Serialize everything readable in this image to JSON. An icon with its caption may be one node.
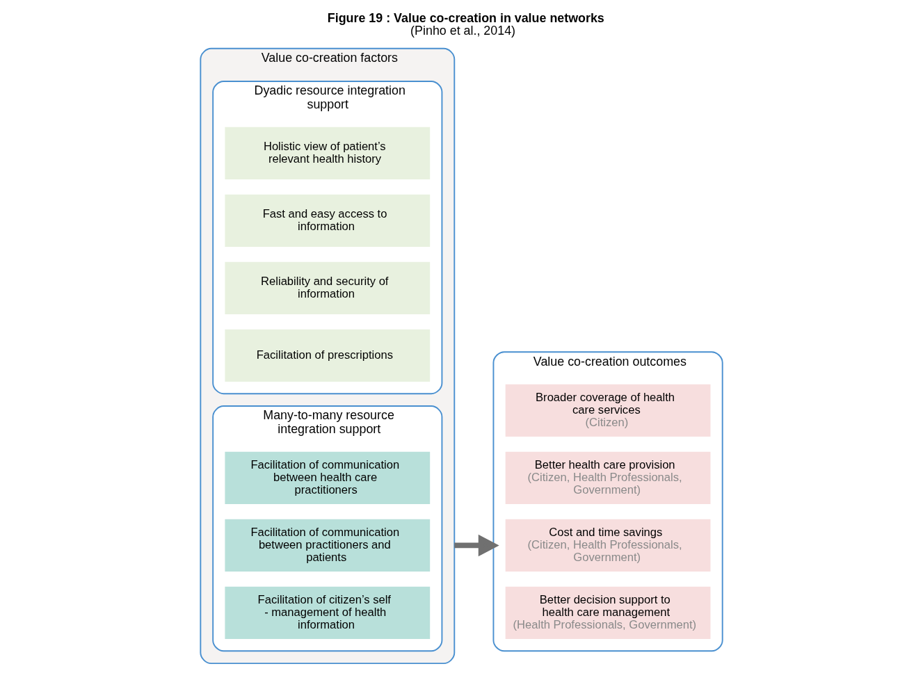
{
  "diagram": {
    "title": "Figure 19 : Value co-creation in value networks",
    "caption": "(Pinho et al., 2014)",
    "nodes": [
      {
        "text": [
          "Value co-creation factors"
        ]
      },
      {
        "text": [
          "Dyadic resource integration support"
        ],
        "in": 0
      },
      {
        "text": [
          "Holistic view of patient’s relevant health history"
        ],
        "in": 1
      },
      {
        "text": [
          "Fast and easy access to information"
        ],
        "in": 1
      },
      {
        "text": [
          "Reliability and security of information"
        ],
        "in": 1
      },
      {
        "text": [
          "Facilitation of prescriptions"
        ],
        "in": 1
      },
      {
        "text": [
          "Many-to-many resource integration support"
        ],
        "in": 0
      },
      {
        "text": [
          "Facilitation of communication between health care practitioners"
        ],
        "in": 6
      },
      {
        "text": [
          "Facilitation of communication between practitioners and patients"
        ],
        "in": 6
      },
      {
        "text": [
          "Facilitation of citizen’s self - management of health information"
        ],
        "in": 6
      },
      {
        "text": [
          "Value co-creation outcomes"
        ]
      },
      {
        "text": [
          "Broader coverage of health care services",
          "(Citizen)"
        ],
        "in": 10
      },
      {
        "text": [
          "Better health care provision",
          "(Citizen, Health Professionals, Government)"
        ],
        "in": 10
      },
      {
        "text": [
          "Cost and time savings",
          "(Citizen, Health Professionals, Government)"
        ],
        "in": 10
      },
      {
        "text": [
          "Better decision support to health care management",
          "(Health Professionals, Government)"
        ],
        "in": 10
      }
    ],
    "edges": [
      {
        "from": 0,
        "to": 10,
        "arrow": "to"
      }
    ]
  }
}
